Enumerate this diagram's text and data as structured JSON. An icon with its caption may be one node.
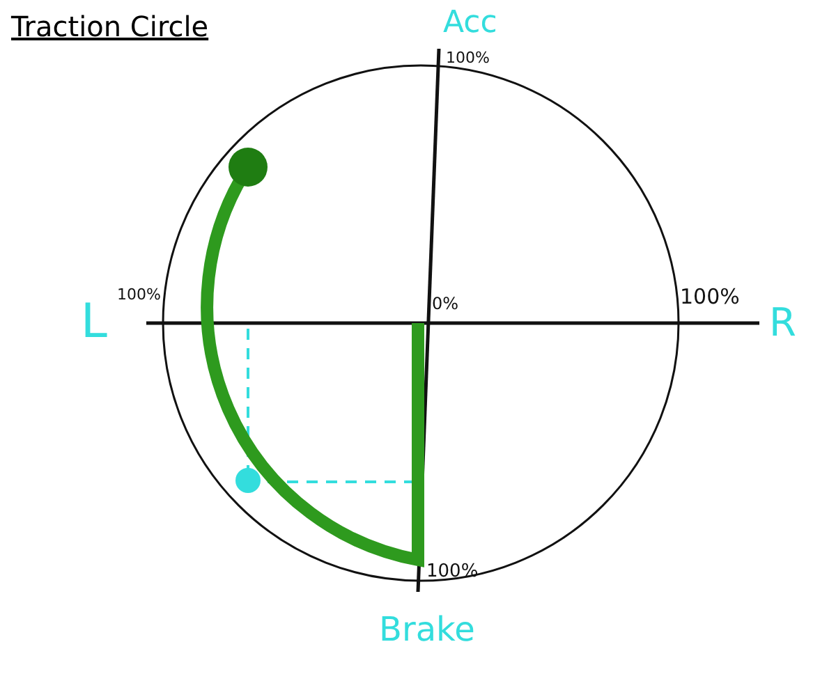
{
  "diagram": {
    "title": "Traction Circle",
    "labels": [
      "Acc",
      "100%",
      "L",
      "100%",
      "0%",
      "100%",
      "R",
      "100%",
      "Brake"
    ]
  }
}
